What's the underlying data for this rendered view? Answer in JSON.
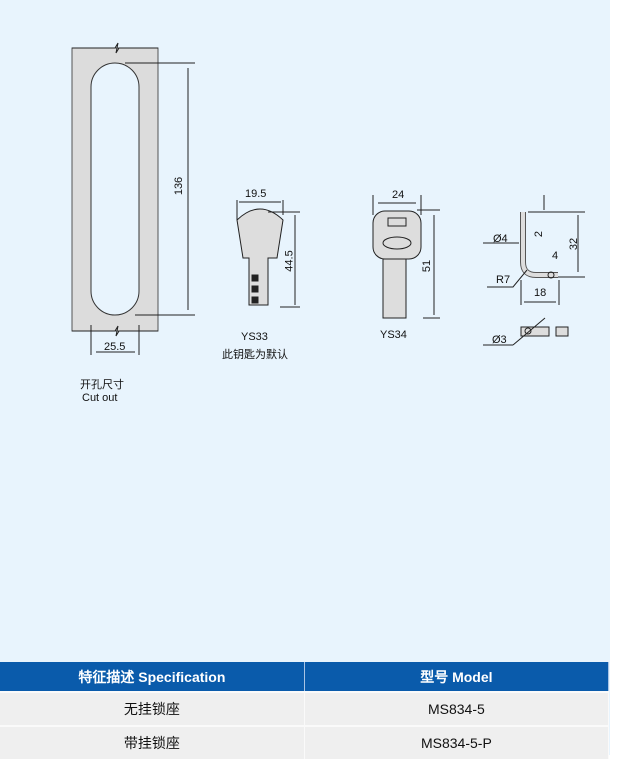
{
  "drawing": {
    "cutout": {
      "height_dim": "136",
      "width_dim": "25.5",
      "label_cn": "开孔尺寸",
      "label_en": "Cut out"
    },
    "key_ys33": {
      "width_dim": "19.5",
      "height_dim": "44.5",
      "name": "YS33",
      "note": "此钥匙为默认"
    },
    "key_ys34": {
      "width_dim": "24",
      "height_dim": "51",
      "name": "YS34"
    },
    "shackle": {
      "dia": "Ø4",
      "top_dim": "2",
      "height_dim": "32",
      "hole_dim": "4",
      "radius": "R7",
      "width_dim": "18",
      "pin_dia": "Ø3"
    }
  },
  "table": {
    "headers": [
      "特征描述 Specification",
      "型号 Model"
    ],
    "rows": [
      [
        "无挂锁座",
        "MS834-5"
      ],
      [
        "带挂锁座",
        "MS834-5-P"
      ]
    ]
  }
}
